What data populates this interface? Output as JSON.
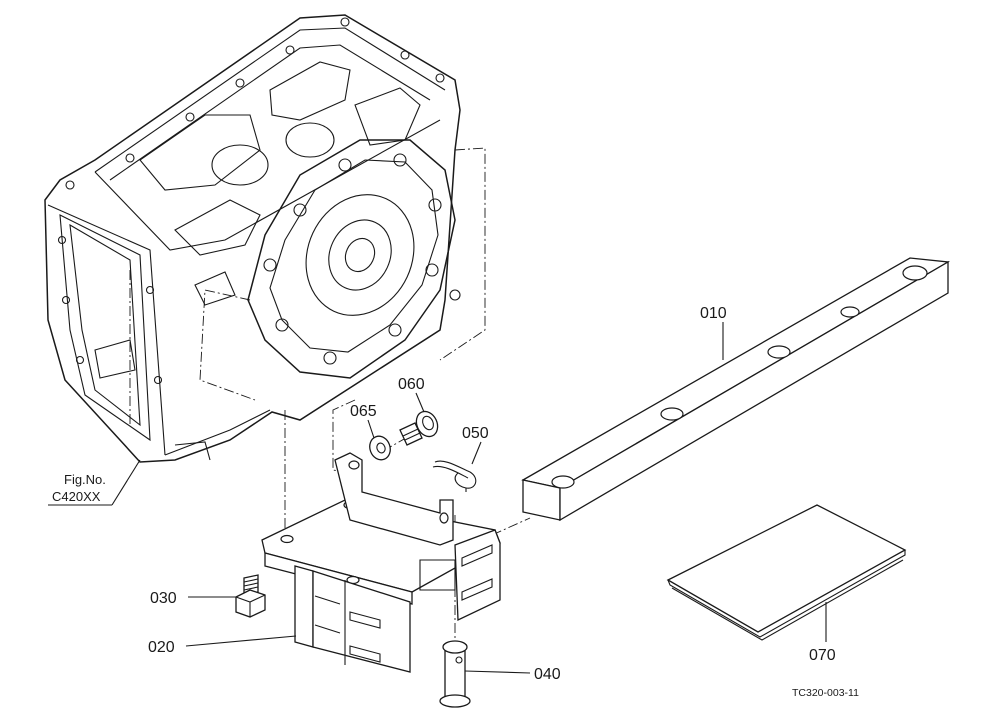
{
  "diagram": {
    "colors": {
      "ink": "#1a1a1a",
      "paper": "#ffffff"
    },
    "ref_note": {
      "line1": "Fig.No.",
      "line2": "C420XX"
    },
    "drawing_code": "TC320-003-11",
    "callouts": [
      {
        "id": "010",
        "label": "010"
      },
      {
        "id": "020",
        "label": "020"
      },
      {
        "id": "030",
        "label": "030"
      },
      {
        "id": "040",
        "label": "040"
      },
      {
        "id": "050",
        "label": "050"
      },
      {
        "id": "060",
        "label": "060"
      },
      {
        "id": "065",
        "label": "065"
      },
      {
        "id": "070",
        "label": "070"
      }
    ]
  }
}
